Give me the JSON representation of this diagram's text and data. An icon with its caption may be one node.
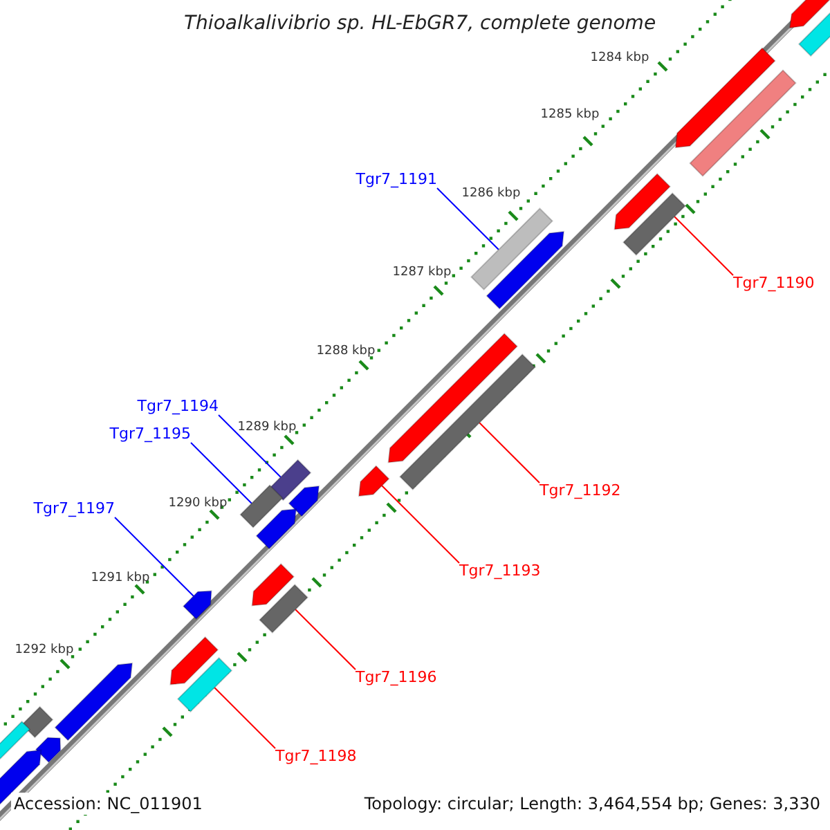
{
  "diagram": {
    "title": "Thioalkalivibrio sp. HL-EbGR7, complete genome",
    "nodes": [
      {
        "text": [
          "Tgr7_1191"
        ]
      },
      {
        "text": [],
        "shape": "bar"
      },
      {
        "text": [
          "Tgr7_1190"
        ]
      },
      {
        "text": [],
        "shape": "bar"
      },
      {
        "text": [
          "Tgr7_1194"
        ]
      },
      {
        "text": [],
        "shape": "bar"
      },
      {
        "text": [
          "Tgr7_1195"
        ]
      },
      {
        "text": [],
        "shape": "bar"
      },
      {
        "text": [
          "Tgr7_1192"
        ]
      },
      {
        "text": [],
        "shape": "bar"
      },
      {
        "text": [
          "Tgr7_1197"
        ]
      },
      {
        "text": [],
        "shape": "bar"
      },
      {
        "text": [
          "Tgr7_1193"
        ]
      },
      {
        "text": [],
        "shape": "bar"
      },
      {
        "text": [
          "Tgr7_1196"
        ]
      },
      {
        "text": [],
        "shape": "bar"
      },
      {
        "text": [
          "Tgr7_1198"
        ]
      },
      {
        "text": [],
        "shape": "bar"
      },
      {
        "text": [],
        "shape": "bar"
      },
      {
        "text": [],
        "shape": "bar"
      },
      {
        "text": [],
        "shape": "bar"
      },
      {
        "text": [],
        "shape": "bar"
      },
      {
        "text": [],
        "shape": "bar"
      },
      {
        "text": [],
        "shape": "bar"
      },
      {
        "text": [],
        "shape": "bar"
      },
      {
        "text": [],
        "shape": "bar"
      },
      {
        "text": [],
        "shape": "bar"
      },
      {
        "text": [],
        "shape": "bar"
      },
      {
        "text": [],
        "shape": "bar"
      },
      {
        "text": [],
        "shape": "bar"
      },
      {
        "text": [],
        "shape": "bar"
      },
      {
        "text": [],
        "shape": "bar"
      },
      {
        "text": [],
        "shape": "bar"
      },
      {
        "text": [],
        "shape": "bar"
      }
    ],
    "edges": [
      {
        "from": 0,
        "to": 1,
        "arrow": "none",
        "color": "#0000ff"
      },
      {
        "from": 2,
        "to": 3,
        "arrow": "none"
      },
      {
        "from": 4,
        "to": 5,
        "arrow": "none",
        "color": "#0000ff"
      },
      {
        "from": 6,
        "to": 7,
        "arrow": "none",
        "color": "#0000ff"
      },
      {
        "from": 8,
        "to": 9,
        "arrow": "none"
      },
      {
        "from": 10,
        "to": 11,
        "arrow": "none",
        "color": "#0000ff"
      },
      {
        "from": 12,
        "to": 13,
        "arrow": "none"
      },
      {
        "from": 14,
        "to": 15,
        "arrow": "none"
      },
      {
        "from": 16,
        "to": 17,
        "arrow": "none"
      }
    ],
    "labels": [
      "1284 kbp",
      "1285 kbp",
      "1286 kbp",
      "1287 kbp",
      "1288 kbp",
      "1289 kbp",
      "1290 kbp",
      "1291 kbp",
      "1292 kbp",
      "Accession: NC_011901",
      "Topology: circular; Length: 3,464,554 bp; Genes: 3,330"
    ]
  }
}
